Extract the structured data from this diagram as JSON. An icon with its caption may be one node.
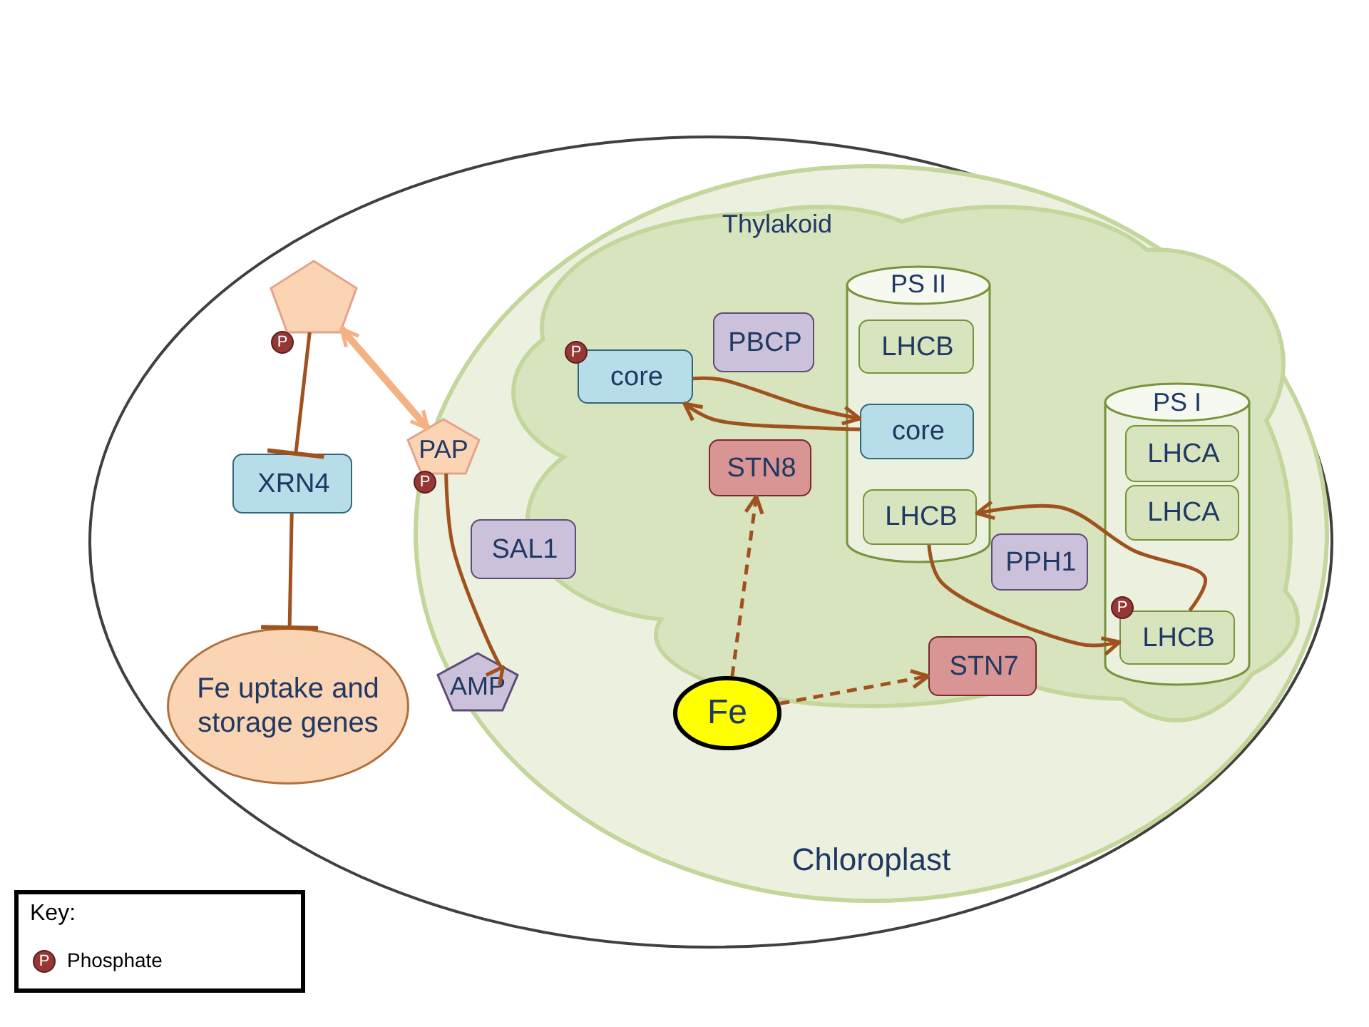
{
  "diagram": {
    "nodes": [
      {
        "text": [],
        "shape": "ellipse"
      },
      {
        "text": [
          "Chloroplast"
        ],
        "in": 0
      },
      {
        "text": [
          "Thylakoid"
        ],
        "in": 1
      },
      {
        "text": [],
        "shape": "pentagon",
        "in": 0,
        "beside": [
          "P"
        ]
      },
      {
        "text": [
          "XRN4"
        ],
        "in": 0
      },
      {
        "text": [
          "Fe uptake and storage genes"
        ],
        "in": 0
      },
      {
        "text": [
          "PAP"
        ],
        "in": 0,
        "beside": [
          "P"
        ]
      },
      {
        "text": [
          "SAL1"
        ],
        "in": 1
      },
      {
        "text": [
          "AMP"
        ],
        "in": 1
      },
      {
        "text": [
          "core"
        ],
        "in": 2,
        "beside": [
          "P"
        ]
      },
      {
        "text": [
          "PBCP"
        ],
        "in": 2
      },
      {
        "text": [
          "STN8"
        ],
        "in": 2
      },
      {
        "text": [
          "PS II"
        ],
        "in": 2
      },
      {
        "text": [
          "LHCB"
        ],
        "in": 12
      },
      {
        "text": [
          "core"
        ],
        "in": 12
      },
      {
        "text": [
          "LHCB"
        ],
        "in": 12
      },
      {
        "text": [
          "PS I"
        ],
        "in": 2
      },
      {
        "text": [
          "LHCA"
        ],
        "in": 16
      },
      {
        "text": [
          "LHCA"
        ],
        "in": 16
      },
      {
        "text": [
          "LHCB"
        ],
        "in": 16,
        "beside": [
          "P"
        ]
      },
      {
        "text": [
          "PPH1"
        ],
        "in": 2
      },
      {
        "text": [
          "STN7"
        ],
        "in": 2
      },
      {
        "text": [
          "Fe"
        ],
        "in": 1
      }
    ],
    "edges": [
      {
        "from": 3,
        "to": 6,
        "arrow": "both",
        "style": "thick",
        "color": "#f4b183"
      },
      {
        "from": 3,
        "to": 4,
        "arrow": "other"
      },
      {
        "from": 4,
        "to": 5,
        "arrow": "other"
      },
      {
        "from": 6,
        "to": 8,
        "arrow": "to"
      },
      {
        "from": 9,
        "to": 14,
        "arrow": "to"
      },
      {
        "from": 14,
        "to": 9,
        "arrow": "to"
      },
      {
        "from": 15,
        "to": 19,
        "arrow": "to"
      },
      {
        "from": 19,
        "to": 15,
        "arrow": "to"
      },
      {
        "from": 22,
        "to": 11,
        "arrow": "to",
        "style": "dashed"
      },
      {
        "from": 22,
        "to": 21,
        "arrow": "to",
        "style": "dashed"
      }
    ],
    "labels": [
      "Key:",
      "P"
    ],
    "legend": [
      {
        "text": "Phosphate"
      }
    ]
  }
}
